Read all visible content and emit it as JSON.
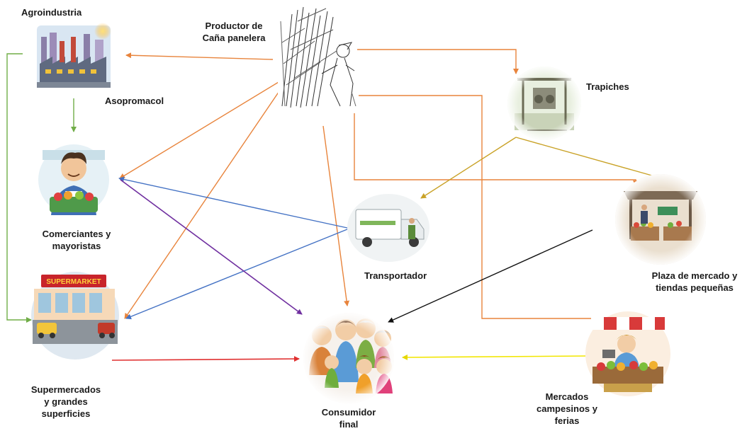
{
  "nodes": {
    "agroindustria": {
      "label": "Agroindustria"
    },
    "asopromacol": {
      "label": "Asopromacol"
    },
    "productor": {
      "label_line1": "Productor de",
      "label_line2": "Caña panelera"
    },
    "trapiches": {
      "label": "Trapiches"
    },
    "comerciantes": {
      "label_line1": "Comerciantes y",
      "label_line2": "mayoristas"
    },
    "transportador": {
      "label": "Transportador"
    },
    "plaza": {
      "label_line1": "Plaza de mercado y",
      "label_line2": "tiendas pequeñas"
    },
    "supermercados": {
      "label_line1": "Supermercados",
      "label_line2": "y grandes",
      "label_line3": "superficies",
      "sign_text": "SUPERMARKET"
    },
    "consumidor": {
      "label_line1": "Consumidor",
      "label_line2": "final"
    },
    "mercados": {
      "label_line1": "Mercados",
      "label_line2": "campesinos y",
      "label_line3": "ferias"
    }
  },
  "colors": {
    "orange": "#e8843c",
    "green": "#70ad47",
    "blue": "#4472c4",
    "purple": "#7030a0",
    "gold": "#c9a227",
    "red": "#e03030",
    "yellow": "#f2e600",
    "black": "#111111"
  }
}
